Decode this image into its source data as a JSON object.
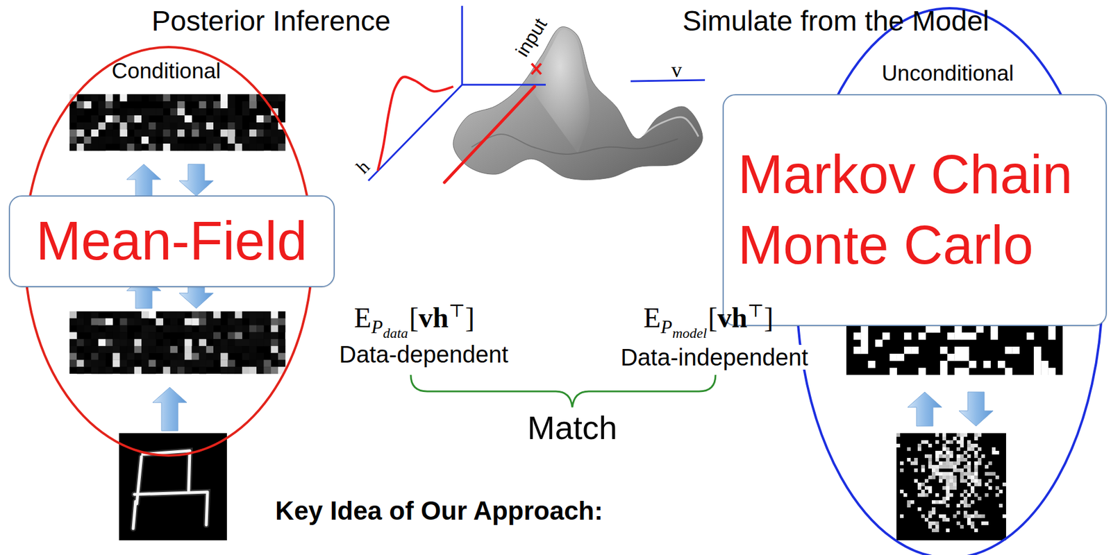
{
  "diagram": {
    "nodes": [
      {
        "text": [
          "Conditional"
        ]
      },
      {
        "text": [
          "Mean-Field"
        ],
        "in": 0
      },
      {
        "text": [
          "Unconditional"
        ]
      },
      {
        "text": [
          "Markov Chain Monte Carlo"
        ],
        "in": 2
      }
    ],
    "labels": [
      "Posterior Inference",
      "input",
      "v",
      "Simulate from the Model",
      "h",
      "E",
      "P",
      "data",
      "[",
      "vh",
      "⊤",
      "]",
      "E",
      "P",
      "model",
      "[",
      "vh",
      "⊤",
      "]",
      "Data-dependent",
      "Data-independent",
      "Match",
      "Key Idea of Our Approach:"
    ]
  }
}
